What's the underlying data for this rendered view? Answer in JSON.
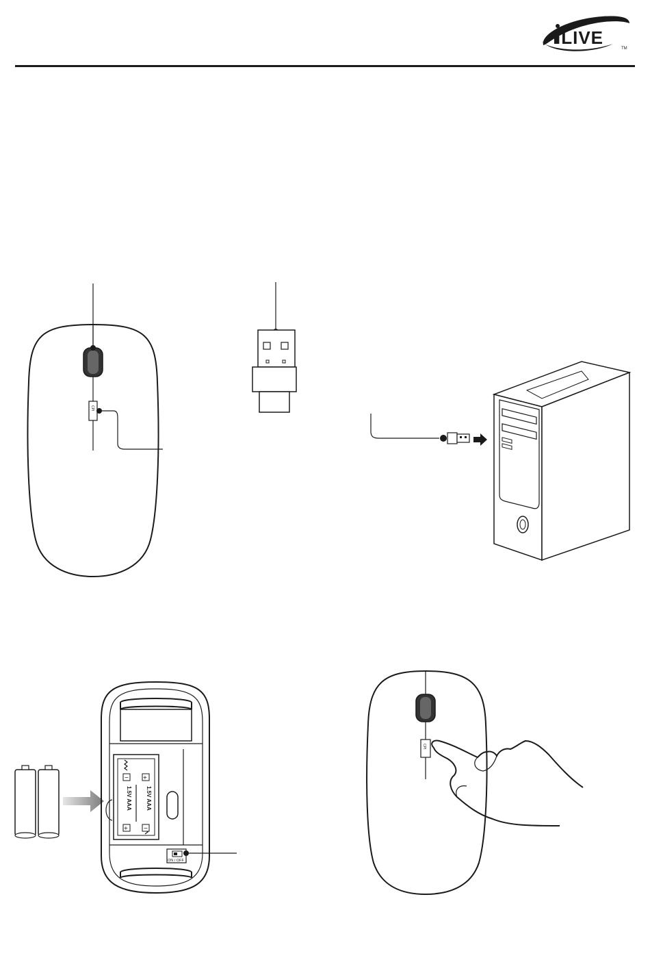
{
  "brand": {
    "logo_text": "iLIVE",
    "trademark": "TM"
  },
  "figures": {
    "mouse_top": {
      "dpi_label": "CPI"
    },
    "battery": {
      "battery_label_left": "1.5V AAA",
      "battery_label_right": "1.5V AAA",
      "minus_sign": "−",
      "plus_sign": "+",
      "switch_label": "ON / OFF"
    },
    "finger_mouse": {
      "dpi_label": "CPI"
    }
  }
}
